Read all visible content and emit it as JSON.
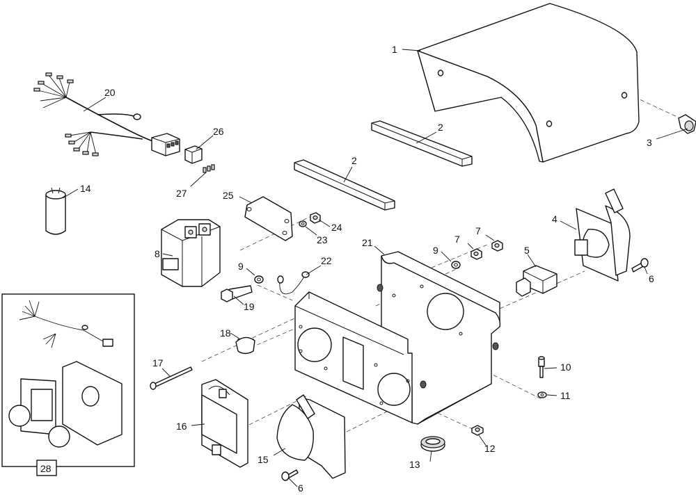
{
  "callouts": {
    "c1": "1",
    "c2a": "2",
    "c2b": "2",
    "c3": "3",
    "c4": "4",
    "c5": "5",
    "c6a": "6",
    "c6b": "6",
    "c7a": "7",
    "c7b": "7",
    "c8": "8",
    "c9a": "9",
    "c9b": "9",
    "c10": "10",
    "c11": "11",
    "c12": "12",
    "c13": "13",
    "c14": "14",
    "c15": "15",
    "c16": "16",
    "c17": "17",
    "c18": "18",
    "c19": "19",
    "c20": "20",
    "c21": "21",
    "c22": "22",
    "c23": "23",
    "c24": "24",
    "c25": "25",
    "c26": "26",
    "c27": "27",
    "c28": "28"
  }
}
